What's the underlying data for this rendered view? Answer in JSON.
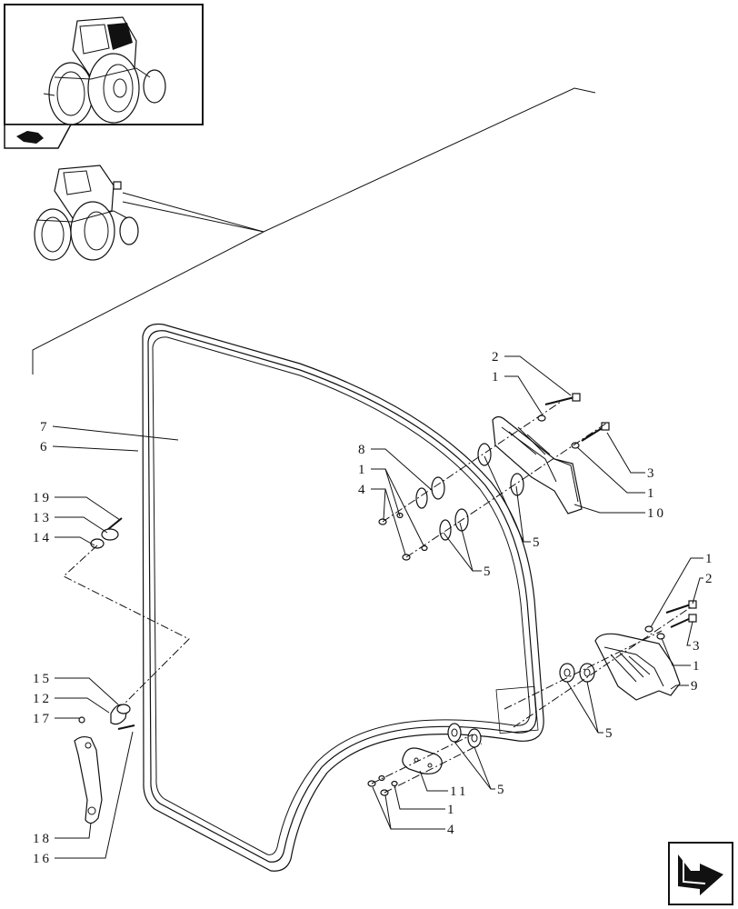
{
  "callouts": {
    "c7": "7",
    "c6": "6",
    "c19": "19",
    "c13": "13",
    "c14": "14",
    "c15": "15",
    "c12": "12",
    "c17": "17",
    "c18": "18",
    "c16": "16",
    "c2a": "2",
    "c1a": "1",
    "c3a": "3",
    "c1b": "1",
    "c10": "10",
    "c8": "8",
    "c1c": "1",
    "c4a": "4",
    "c5a": "5",
    "c5b": "5",
    "c1d": "1",
    "c2b": "2",
    "c3b": "3",
    "c1e": "1",
    "c9": "9",
    "c5c": "5",
    "c11": "11",
    "c5d": "5",
    "c1f": "1",
    "c4b": "4"
  },
  "icons": {
    "thumbnail": "tractor-overview-icon",
    "badge": "arrow-badge-icon",
    "nav": "next-page-arrow-icon"
  }
}
